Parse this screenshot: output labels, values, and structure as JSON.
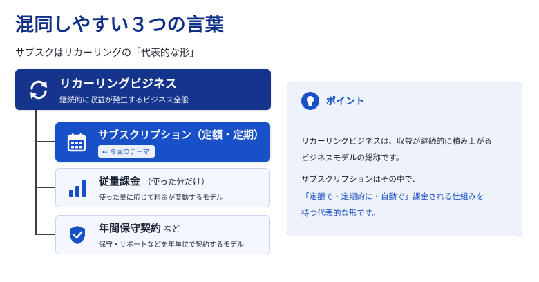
{
  "page": {
    "title": "混同しやすい３つの言葉",
    "subtitle": "サブスクはリカーリングの「代表的な形」"
  },
  "main": {
    "title": "リカーリングビジネス",
    "description": "継続的に収益が発生するビジネス全般",
    "icon": "refresh-icon"
  },
  "items": [
    {
      "title": "サブスクリプション（定額・定期）",
      "tag": "← 今回のテーマ",
      "icon": "calendar-icon",
      "highlighted": true
    },
    {
      "title": "従量課金",
      "note": "（使った分だけ）",
      "description": "使った量に応じて料金が変動するモデル",
      "icon": "bar-chart-icon"
    },
    {
      "title": "年間保守契約",
      "note": "など",
      "description": "保守・サポートなどを年単位で契約するモデル",
      "icon": "shield-check-icon"
    }
  ],
  "point": {
    "label": "ポイント",
    "icon": "lightbulb-icon",
    "line1": "リカーリングビジネスは、収益が継続的に積み上がる",
    "line2": "ビジネスモデルの総称です。",
    "line3": "サブスクリプションはその中で、",
    "line4_highlight": "「定額で・定期的に・自動で」課金される",
    "line4_rest": "仕組みを",
    "line5": "持つ代表的な形です。"
  },
  "colors": {
    "navy": "#15348c",
    "blue": "#1750c7",
    "title": "#0f2f87",
    "panel": "#eef3fb"
  }
}
